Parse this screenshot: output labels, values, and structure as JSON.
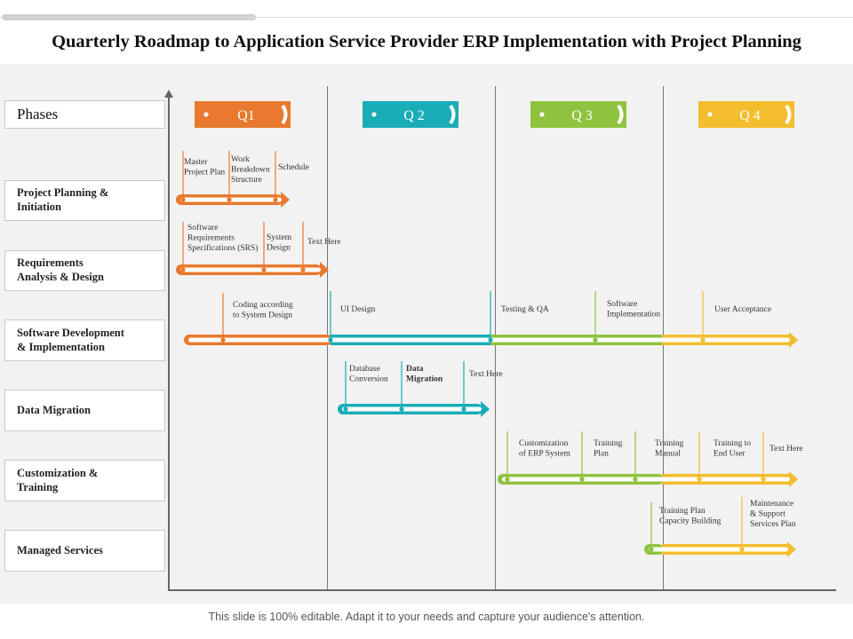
{
  "title": "Quarterly Roadmap to Application Service Provider ERP Implementation with Project Planning",
  "footer": "This slide is 100% editable. Adapt it to your needs and capture your audience's attention.",
  "colors": {
    "q1": "#e8792e",
    "q2": "#1aacb7",
    "q3": "#8fc33f",
    "q4": "#f3bd2e",
    "stem_q1": "#e8792e",
    "stem_q2": "#1aacb7"
  },
  "phases_header": "Phases",
  "quarters": [
    "Q1",
    "Q 2",
    "Q 3",
    "Q 4"
  ],
  "phases": [
    {
      "label": "Project Planning &\nInitiation",
      "tasks": [
        {
          "text": [
            "Master",
            "Project Plan"
          ],
          "color": "q1"
        },
        {
          "text": [
            "Work",
            "Breakdown",
            "Structure"
          ],
          "color": "q1"
        },
        {
          "text": [
            "Schedule"
          ],
          "color": "q1"
        }
      ]
    },
    {
      "label": "Requirements\nAnalysis & Design",
      "tasks": [
        {
          "text": [
            "Software",
            "Requirements",
            "Specifications (SRS)"
          ],
          "color": "q1"
        },
        {
          "text": [
            "System",
            "Design"
          ],
          "color": "q1"
        },
        {
          "text": [
            "Text  Here"
          ],
          "color": "q1"
        }
      ]
    },
    {
      "label": "Software Development\n& Implementation",
      "tasks": [
        {
          "text": [
            "Coding according",
            "to System Design"
          ],
          "color": "q1"
        },
        {
          "text": [
            "UI Design"
          ],
          "color": "q2"
        },
        {
          "text": [
            "Testing & QA"
          ],
          "color": "q2"
        },
        {
          "text": [
            "Software",
            "Implementation"
          ],
          "color": "q3"
        },
        {
          "text": [
            "User Acceptance"
          ],
          "color": "q4"
        }
      ]
    },
    {
      "label": "Data Migration",
      "tasks": [
        {
          "text": [
            "Database",
            "Conversion"
          ],
          "color": "q2"
        },
        {
          "text": [
            "Data",
            "Migration"
          ],
          "color": "q2",
          "bold": true
        },
        {
          "text": [
            "Text  Here"
          ],
          "color": "q2"
        }
      ]
    },
    {
      "label": "Customization &\nTraining",
      "tasks": [
        {
          "text": [
            "Customization",
            "of ERP System"
          ],
          "color": "q3"
        },
        {
          "text": [
            "Training",
            "Plan"
          ],
          "color": "q3"
        },
        {
          "text": [
            "Training",
            "Manual"
          ],
          "color": "q3"
        },
        {
          "text": [
            "Training to",
            "End User"
          ],
          "color": "q4"
        },
        {
          "text": [
            "Text Here"
          ],
          "color": "q4"
        }
      ]
    },
    {
      "label": "Managed Services",
      "tasks": [
        {
          "text": [
            "Training Plan",
            "Capacity Building"
          ],
          "color": "q3"
        },
        {
          "text": [
            "Maintenance",
            "& Support",
            "Services Plan"
          ],
          "color": "q4"
        }
      ]
    }
  ]
}
